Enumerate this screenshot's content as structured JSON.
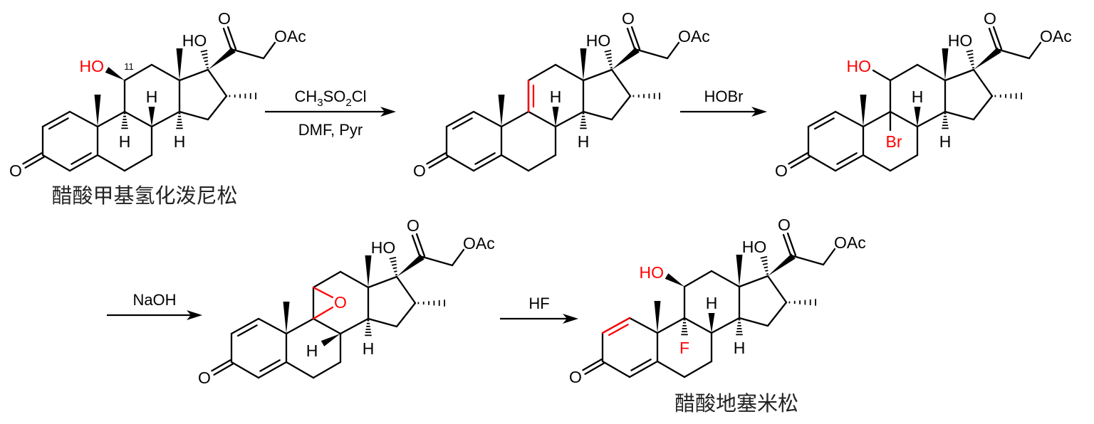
{
  "colors": {
    "bond": "#000000",
    "highlight": "#ff0000"
  },
  "molecules": [
    {
      "id": "methylprednisolone-acetate",
      "name": "醋酸甲基氢化泼尼松",
      "labels": {
        "oh11": "HO",
        "c11_number": "11",
        "h9": "H",
        "h8": "H",
        "h14": "H",
        "oh17": "HO",
        "o20": "O",
        "oac": "OAc",
        "o3": "O"
      }
    },
    {
      "id": "delta-9-11-intermediate",
      "labels": {
        "h8": "H",
        "h14": "H",
        "oh17": "HO",
        "o20": "O",
        "oac": "OAc",
        "o3": "O"
      }
    },
    {
      "id": "bromohydrin-intermediate",
      "labels": {
        "oh11": "HO",
        "br9": "Br",
        "h8": "H",
        "h14": "H",
        "oh17": "HO",
        "o20": "O",
        "oac": "OAc",
        "o3": "O"
      }
    },
    {
      "id": "epoxide-intermediate",
      "labels": {
        "o_epoxide": "O",
        "h8": "H",
        "h14": "H",
        "oh17": "HO",
        "o20": "O",
        "oac": "OAc",
        "o3": "O"
      }
    },
    {
      "id": "dexamethasone-acetate",
      "name": "醋酸地塞米松",
      "labels": {
        "oh11": "HO",
        "f9": "F",
        "h8": "H",
        "h14": "H",
        "oh17": "HO",
        "o20": "O",
        "oac": "OAc",
        "o3": "O"
      }
    }
  ],
  "arrows": [
    {
      "above": [
        {
          "t": "CH"
        },
        {
          "t": "3",
          "sub": true
        },
        {
          "t": "SO"
        },
        {
          "t": "2",
          "sub": true
        },
        {
          "t": "Cl"
        }
      ],
      "below": "DMF, Pyr"
    },
    {
      "above": [
        {
          "t": "HOBr"
        }
      ]
    },
    {
      "above": [
        {
          "t": "NaOH"
        }
      ]
    },
    {
      "above": [
        {
          "t": "HF"
        }
      ]
    }
  ]
}
